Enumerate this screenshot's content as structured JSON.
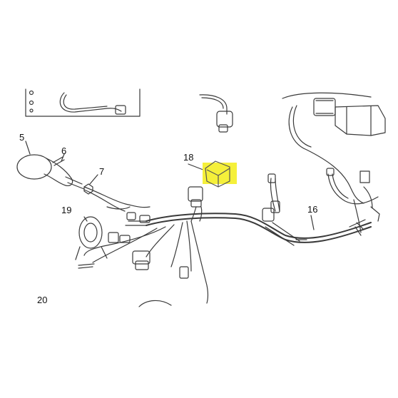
{
  "diagram": {
    "callouts": [
      {
        "id": "c5",
        "label": "5"
      },
      {
        "id": "c6",
        "label": "6"
      },
      {
        "id": "c7",
        "label": "7"
      },
      {
        "id": "c16",
        "label": "16"
      },
      {
        "id": "c18",
        "label": "18"
      },
      {
        "id": "c19",
        "label": "19"
      },
      {
        "id": "c20",
        "label": "20"
      }
    ],
    "colors": {
      "line": "#3a3a3a",
      "highlight": "#f5f03a",
      "background": "#ffffff"
    },
    "highlighted_part": "18"
  }
}
